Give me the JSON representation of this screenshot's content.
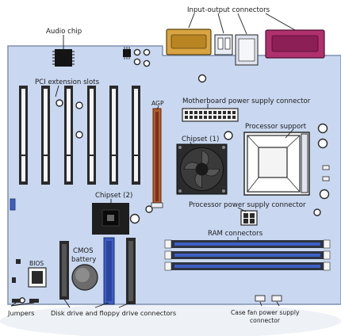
{
  "labels": {
    "io": "Input-output connectors",
    "audio": "Audio chip",
    "pci": "PCI extension slots",
    "agp": "AGP",
    "mb_power": "Motherboard power supply connector",
    "proc_support": "Processor support",
    "chipset1": "Chipset (1)",
    "chipset2": "Chipset (2)",
    "proc_power": "Processor power supply connector",
    "ram": "RAM connectors",
    "cmos_1": "CMOS",
    "cmos_2": "battery",
    "bios": "BIOS",
    "jumpers": "Jumpers",
    "disk": "Disk drive and floppy drive connectors",
    "fan_1": "Case fan power supply",
    "fan_2": "connector"
  },
  "colors": {
    "board": "#c9d8f0",
    "board_edge": "#7f8fb0",
    "slot_dark": "#2a2a2a",
    "slot_light": "#f4f4f4",
    "agp": "#b55a2c",
    "ram_blue": "#3d5fc4",
    "ide_blue": "#3d5fc4",
    "parallel_port": "#b0306e",
    "serial_port": "#d9a441"
  }
}
